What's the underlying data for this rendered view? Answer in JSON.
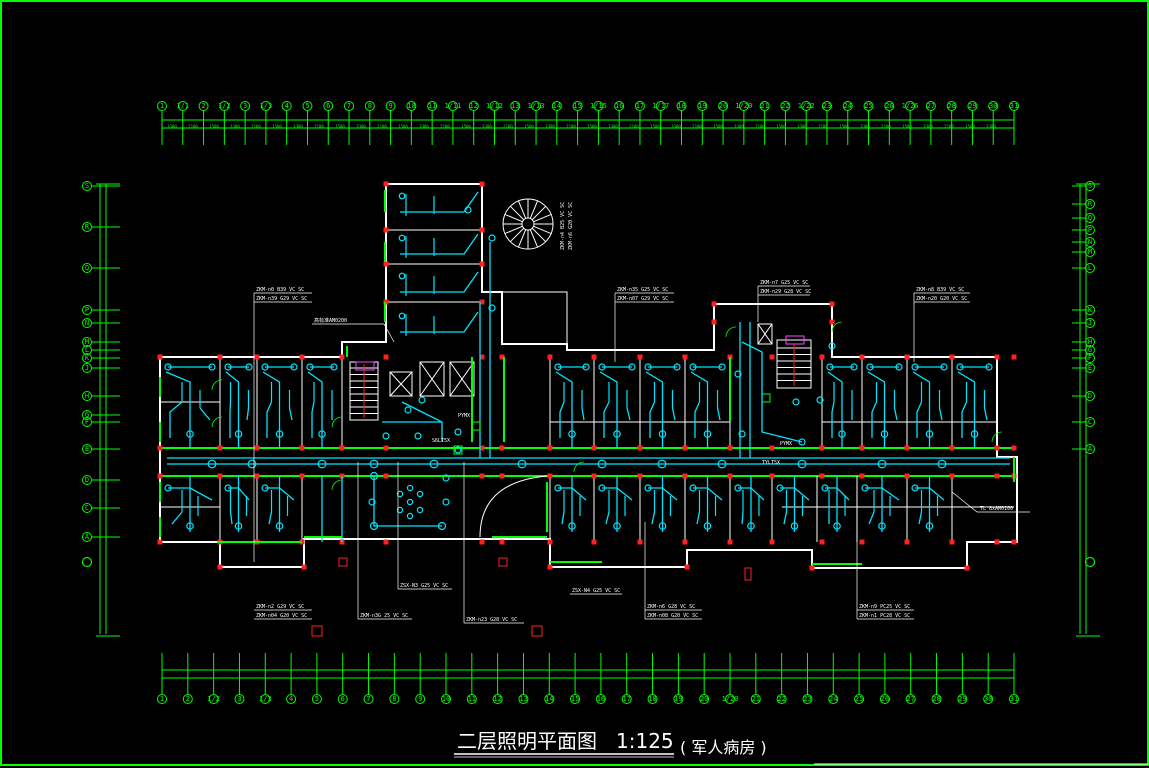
{
  "drawing": {
    "title": "二层照明平面图",
    "scale": "1:125",
    "subtitle": "( 军人病房 )",
    "colors": {
      "grid": "#00ff00",
      "walls": "#ffffff",
      "wiring": "#00e5ff",
      "columns": "#ff2020",
      "background": "#000000"
    }
  },
  "axes": {
    "top": [
      "1",
      "1/1",
      "2",
      "1/2",
      "3",
      "1/3",
      "4",
      "5",
      "6",
      "7",
      "8",
      "9",
      "10",
      "11",
      "1/11",
      "12",
      "1/12",
      "13",
      "1/13",
      "14",
      "15",
      "1/15",
      "16",
      "17",
      "1/17",
      "18",
      "19",
      "20",
      "1/20",
      "21",
      "22",
      "1/22",
      "23",
      "24",
      "25",
      "26",
      "1/26",
      "27",
      "28",
      "29",
      "30",
      "31"
    ],
    "bottom": [
      "1",
      "2",
      "1/2",
      "3",
      "1/3",
      "4",
      "5",
      "6",
      "7",
      "8",
      "9",
      "10",
      "11",
      "12",
      "13",
      "14",
      "15",
      "16",
      "17",
      "18",
      "19",
      "20",
      "1/20",
      "21",
      "22",
      "23",
      "24",
      "25",
      "26",
      "27",
      "28",
      "29",
      "30",
      "31"
    ],
    "left": [
      "S",
      "R",
      "Q",
      "P",
      "N",
      "M",
      "L",
      "K",
      "J",
      "H",
      "G",
      "F",
      "E",
      "D",
      "C",
      "A"
    ],
    "right": [
      "S",
      "R",
      "Q",
      "P",
      "N",
      "M",
      "L",
      "K",
      "J",
      "H",
      "G",
      "F",
      "E",
      "D",
      "C",
      "A"
    ]
  },
  "annotations": {
    "top_left_circuit": [
      "ZKM-n0 B39 VC SC",
      "ZKM-n39 G29 VC SC"
    ],
    "top_mid_circuit": [
      "ZKM-n35 G25 VC SC",
      "ZKM-n07 G29 VC SC"
    ],
    "top_center_circuit": [
      "ZKM-n7 G25 VC SC",
      "ZKM-n29 G28 VC SC"
    ],
    "top_right_circuit": [
      "ZKM-n8 B39 VC SC",
      "ZKM-n20 G20 VC SC"
    ],
    "stair_circuit": [
      "ZKM-n4 B25 VC SC",
      "ZKM-n6 G20 VC SC"
    ],
    "riser_label": "高标准AM0200",
    "panel_label_1": "PYMX",
    "panel_label_2": "PYMX",
    "panel_label_3": "S6LT5X",
    "panel_label_4": "TYLT5X",
    "right_leader": "TL 8xAM0100",
    "bottom_1": [
      "ZKM-n2 G29 VC SC",
      "ZKM-n04 G20 VC SC"
    ],
    "bottom_2": "ZKM-n3G 25 VC SC",
    "bottom_3": "ZSX-N3 G25 VC SC",
    "bottom_4": "ZKM-n23 G28 VC SC",
    "bottom_5": "ZSX-N4 G25 VC SC",
    "bottom_6": [
      "ZKM-n6 G28 VC SC",
      "ZKM-n08 G20 VC SC"
    ],
    "bottom_7": [
      "ZKM-n9 PC25 VC SC",
      "ZKM-n1 PC28 VC SC"
    ]
  }
}
